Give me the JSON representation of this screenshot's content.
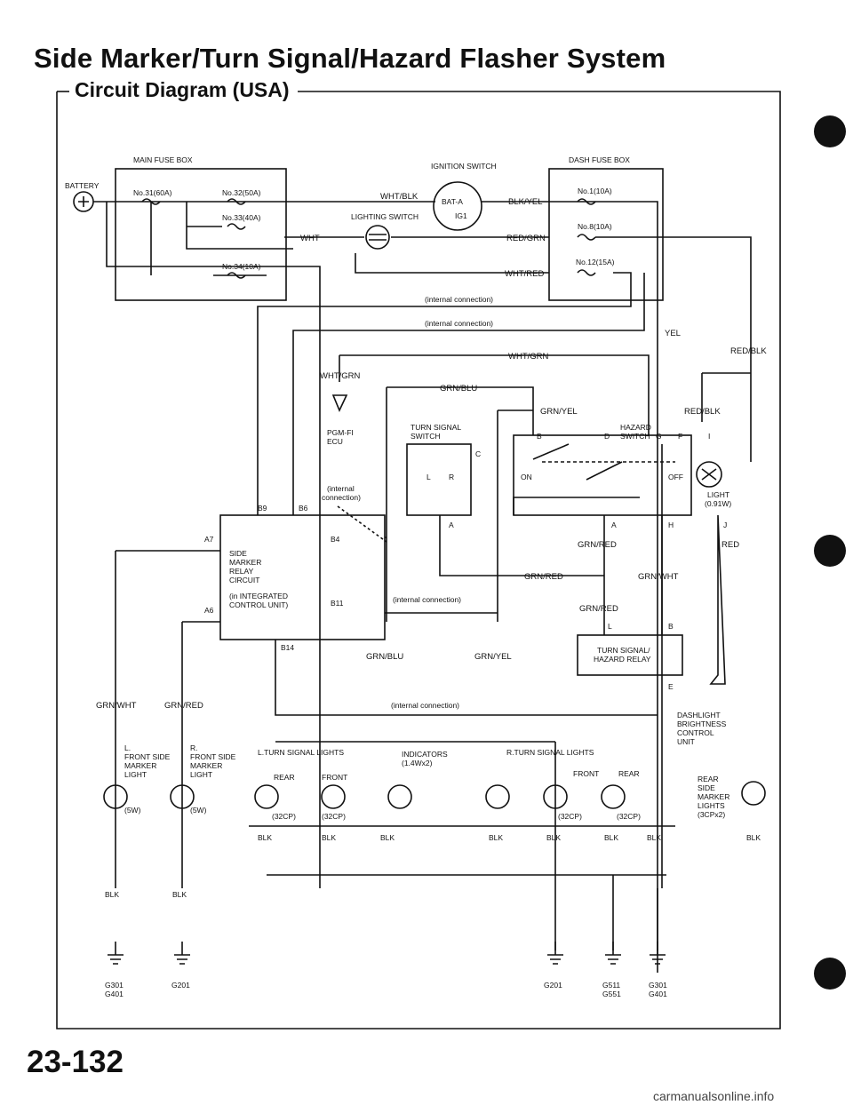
{
  "title": "Side Marker/Turn Signal/Hazard Flasher System",
  "subtitle": "Circuit Diagram (USA)",
  "page_number": "23-132",
  "website": "carmanualsonline.info",
  "icons": {
    "battery": "battery-plus-icon",
    "ground": "ground-icon",
    "bulb": "bulb-icon",
    "connector": "connector-triangle-icon",
    "bullet": "black-bullet-icon"
  },
  "labels": {
    "main_fuse_box": "MAIN FUSE BOX",
    "battery": "BATTERY",
    "fuse31": "No.31(60A)",
    "fuse32": "No.32(50A)",
    "fuse33": "No.33(40A)",
    "fuse34": "No.34(10A)",
    "ignition_switch": "IGNITION SWITCH",
    "bat_a": "BAT-A",
    "ig1": "IG1",
    "lighting_switch": "LIGHTING SWITCH",
    "dash_fuse_box": "DASH FUSE BOX",
    "fuse1": "No.1(10A)",
    "fuse8": "No.8(10A)",
    "fuse12": "No.12(15A)",
    "wht_blk": "WHT/BLK",
    "blk_yel": "BLK/YEL",
    "wht": "WHT",
    "red_grn": "RED/GRN",
    "wht_red": "WHT/RED",
    "internal1": "(internal connection)",
    "internal2": "(internal connection)",
    "yel": "YEL",
    "red_blk_top": "RED/BLK",
    "wht_grn_h": "WHT/GRN",
    "wht_grn_v": "WHT/GRN",
    "pgm_fi": "PGM-FI",
    "ecu": "ECU",
    "grn_blu_top": "GRN/BLU",
    "grn_yel_top": "GRN/YEL",
    "turn_signal_switch_1": "TURN SIGNAL",
    "turn_signal_switch_2": "SWITCH",
    "hazard_switch_1": "HAZARD",
    "hazard_switch_2": "SWITCH",
    "red_blk_right": "RED/BLK",
    "pin_b": "B",
    "pin_d": "D",
    "pin_g": "G",
    "pin_f": "F",
    "pin_i": "I",
    "pin_c": "C",
    "pin_l": "L",
    "pin_r": "R",
    "on": "ON",
    "off": "OFF",
    "light1": "LIGHT",
    "light2": "(0.91W)",
    "internal3_1": "(internal",
    "internal3_2": "connection)",
    "b9": "B9",
    "b6": "B6",
    "b4": "B4",
    "a7": "A7",
    "a6": "A6",
    "b11": "B11",
    "b14": "B14",
    "relay_1": "SIDE",
    "relay_2": "MARKER",
    "relay_3": "RELAY",
    "relay_4": "CIRCUIT",
    "relay_5": "(in INTEGRATED",
    "relay_6": "CONTROL UNIT)",
    "pin_a": "A",
    "pin_h": "H",
    "pin_j": "J",
    "grn_red_1": "GRN/RED",
    "red": "RED",
    "grn_red_2": "GRN/RED",
    "grn_wht_right": "GRN/WHT",
    "internal4": "(internal connection)",
    "grn_red_3": "GRN/RED",
    "relay_l": "L",
    "relay_b": "B",
    "ts_relay_1": "TURN SIGNAL/",
    "ts_relay_2": "HAZARD RELAY",
    "relay_e": "E",
    "grn_blu_mid": "GRN/BLU",
    "grn_yel_mid": "GRN/YEL",
    "grn_wht_left": "GRN/WHT",
    "grn_red_left": "GRN/RED",
    "internal5": "(internal connection)",
    "dash_1": "DASHLIGHT",
    "dash_2": "BRIGHTNESS",
    "dash_3": "CONTROL",
    "dash_4": "UNIT",
    "lf_1": "L.",
    "lf_2": "FRONT SIDE",
    "lf_3": "MARKER",
    "lf_4": "LIGHT",
    "rf_1": "R.",
    "rf_2": "FRONT SIDE",
    "rf_3": "MARKER",
    "rf_4": "LIGHT",
    "lturn": "L.TURN SIGNAL LIGHTS",
    "indicators_1": "INDICATORS",
    "indicators_2": "(1.4Wx2)",
    "rturn": "R.TURN SIGNAL LIGHTS",
    "rear": "REAR",
    "front": "FRONT",
    "front_r": "FRONT",
    "rear_r": "REAR",
    "rear_side_1": "REAR",
    "rear_side_2": "SIDE",
    "rear_side_3": "MARKER",
    "rear_side_4": "LIGHTS",
    "rear_side_5": "(3CPx2)",
    "w5_1": "(5W)",
    "w5_2": "(5W)",
    "cp1": "(32CP)",
    "cp2": "(32CP)",
    "cp3": "(32CP)",
    "cp4": "(32CP)",
    "blk1": "BLK",
    "blk2": "BLK",
    "blk3": "BLK",
    "blk4": "BLK",
    "blk5": "BLK",
    "blk6": "BLK",
    "blk7": "BLK",
    "blk8": "BLK",
    "blk9": "BLK",
    "blk10": "BLK",
    "g301_a": "G301",
    "g401_a": "G401",
    "g201_a": "G201",
    "g201_b": "G201",
    "g511": "G511",
    "g551": "G551",
    "g301_b": "G301",
    "g401_b": "G401"
  }
}
